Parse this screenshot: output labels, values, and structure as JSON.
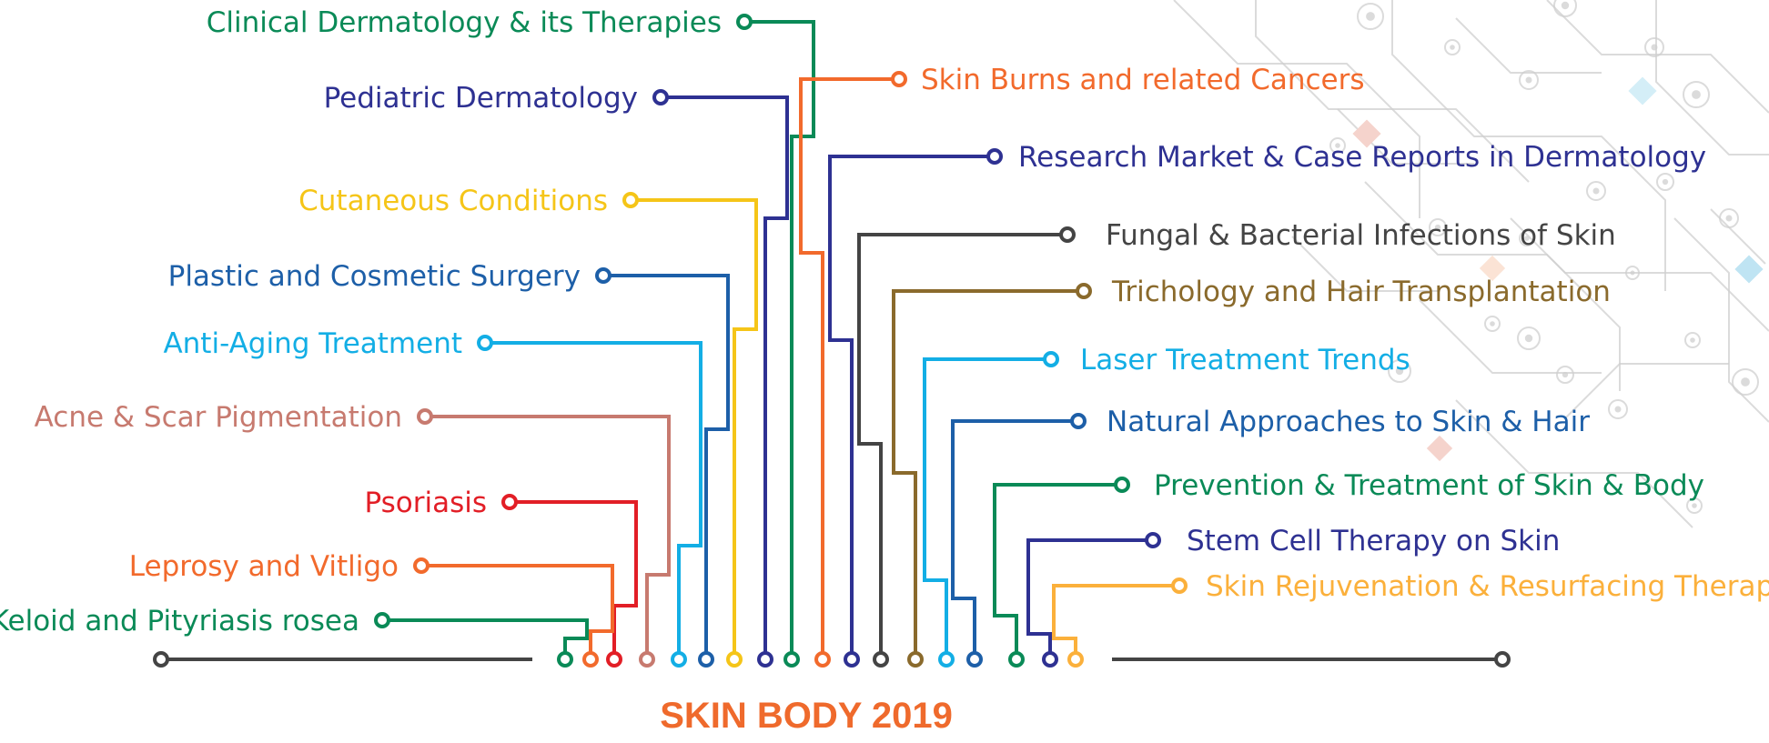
{
  "title": "SKIN BODY 2019",
  "colors": {
    "title": "#ef6a2c",
    "baseline": "#444444",
    "decor": "#cfcfcf",
    "decorAccents": [
      "#d4eef7",
      "#f5d3cc",
      "#fbe3d5",
      "#bfe4f3"
    ]
  },
  "topics": [
    {
      "label": "Clinical Dermatology & its Therapies",
      "color": "#0a8a57",
      "side": "left"
    },
    {
      "label": "Pediatric Dermatology",
      "color": "#2e3192",
      "side": "left"
    },
    {
      "label": "Cutaneous Conditions",
      "color": "#f5c518",
      "side": "left"
    },
    {
      "label": "Plastic and Cosmetic Surgery",
      "color": "#1d5fa8",
      "side": "left"
    },
    {
      "label": "Anti-Aging Treatment",
      "color": "#13aee5",
      "side": "left"
    },
    {
      "label": "Acne & Scar Pigmentation",
      "color": "#c77a6f",
      "side": "left"
    },
    {
      "label": "Psoriasis",
      "color": "#e21e26",
      "side": "left"
    },
    {
      "label": "Leprosy and Vitligo",
      "color": "#f26a2c",
      "side": "left"
    },
    {
      "label": "Keloid and Pityriasis rosea",
      "color": "#0a8a57",
      "side": "left"
    },
    {
      "label": "Skin Burns and related Cancers",
      "color": "#f26a2c",
      "side": "right"
    },
    {
      "label": "Research Market & Case Reports in Dermatology",
      "color": "#2e3192",
      "side": "right"
    },
    {
      "label": "Fungal & Bacterial Infections of Skin",
      "color": "#444444",
      "side": "right"
    },
    {
      "label": "Trichology and Hair Transplantation",
      "color": "#8a6a2c",
      "side": "right"
    },
    {
      "label": "Laser Treatment Trends",
      "color": "#13aee5",
      "side": "right"
    },
    {
      "label": "Natural Approaches to Skin & Hair",
      "color": "#1d5fa8",
      "side": "right"
    },
    {
      "label": "Prevention & Treatment of Skin & Body",
      "color": "#0a8a57",
      "side": "right"
    },
    {
      "label": "Stem Cell Therapy on Skin",
      "color": "#2e3192",
      "side": "right"
    },
    {
      "label": "Skin Rejuvenation & Resurfacing Therapy",
      "color": "#fbb03b",
      "side": "right"
    }
  ]
}
